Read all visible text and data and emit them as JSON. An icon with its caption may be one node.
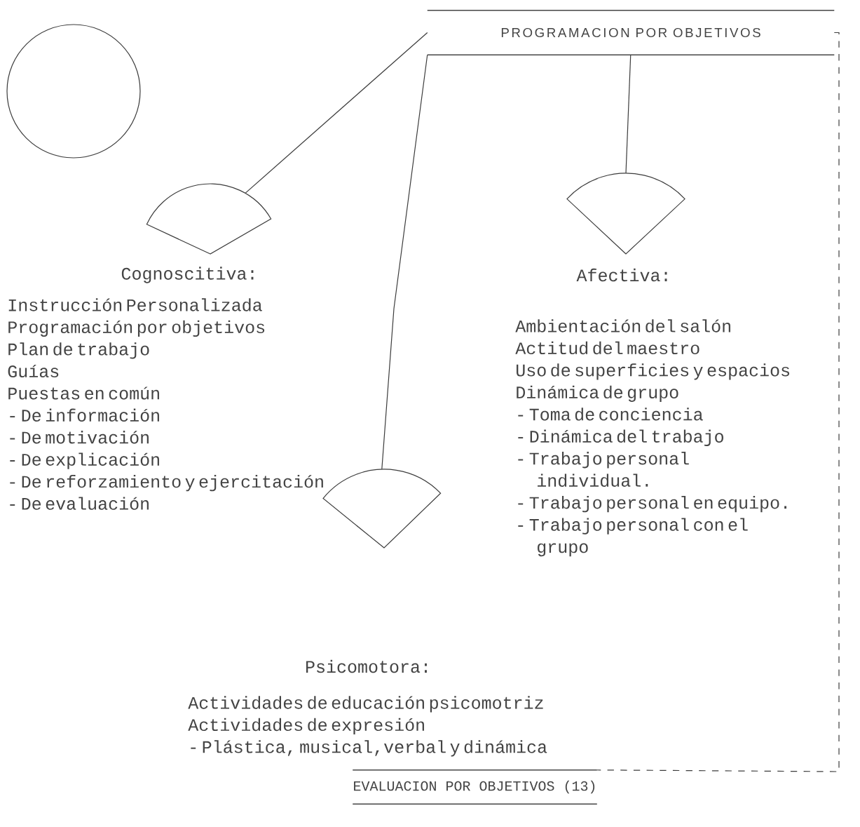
{
  "diagram": {
    "nodes": [
      {
        "text": [
          "PROGRAMACION POR OBJETIVOS"
        ]
      },
      {
        "text": [],
        "shape": "circle"
      },
      {
        "text": [],
        "shape": "sector",
        "beside": [
          "Cognoscitiva:",
          "Instrucción Personalizada",
          "Programación por objetivos",
          "Plan de trabajo",
          "Guías",
          "Puestas en común",
          "- De información",
          "- De motivación",
          "- De explicación",
          "- De reforzamiento y ejercitación",
          "- De evaluación"
        ]
      },
      {
        "text": [],
        "shape": "sector",
        "beside": [
          "Afectiva:",
          "Ambientación del salón",
          "Actitud del maestro",
          "Uso de superficies y espacios",
          "Dinámica de grupo",
          "- Toma de conciencia",
          "- Dinámica del trabajo",
          "- Trabajo personal individual.",
          "- Trabajo personal en equipo.",
          "- Trabajo personal con el grupo"
        ]
      },
      {
        "text": [],
        "shape": "sector",
        "beside": [
          "Psicomotora:",
          "Actividades de educación psicomotriz",
          "Actividades de expresión",
          "- Plástica, musical,verbal y dinámica"
        ]
      },
      {
        "text": [
          "EVALUACION POR OBJETIVOS (13)"
        ]
      }
    ],
    "edges": [
      {
        "from": 0,
        "to": 2,
        "arrow": "none"
      },
      {
        "from": 0,
        "to": 4,
        "arrow": "none"
      },
      {
        "from": 0,
        "to": 3,
        "arrow": "none"
      },
      {
        "from": 0,
        "to": 5,
        "arrow": "none",
        "style": "dashed"
      }
    ]
  }
}
